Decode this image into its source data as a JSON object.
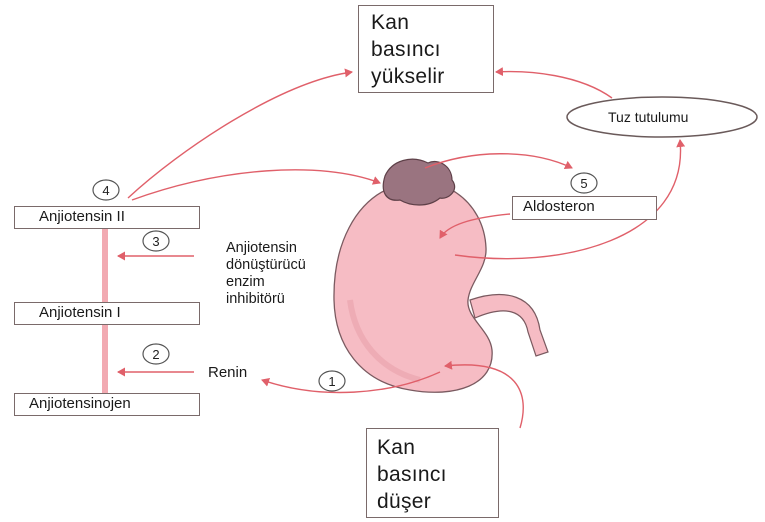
{
  "boxes": {
    "bp_rises": [
      "Kan",
      "basıncı",
      "yükselir"
    ],
    "bp_falls": [
      "Kan",
      "basıncı",
      "düşer"
    ],
    "angiotensin2": "Anjiotensin II",
    "angiotensin1": "Anjiotensin I",
    "angiotensinogen": "Anjiotensinojen",
    "aldosterone": "Aldosteron",
    "salt_retention": "Tuz tutulumu"
  },
  "labels": {
    "ace_inhibitor": [
      "Anjiotensin",
      "dönüştürücü",
      "enzim",
      "inhibitörü"
    ],
    "renin": "Renin"
  },
  "steps": [
    "1",
    "2",
    "3",
    "4",
    "5"
  ],
  "colors": {
    "arrow": "#e0606a",
    "kidney": "#f6bcc4",
    "kidney_outline": "#7a5a60",
    "adrenal": "#9a7480",
    "pathway_bar": "#f2aab2"
  }
}
